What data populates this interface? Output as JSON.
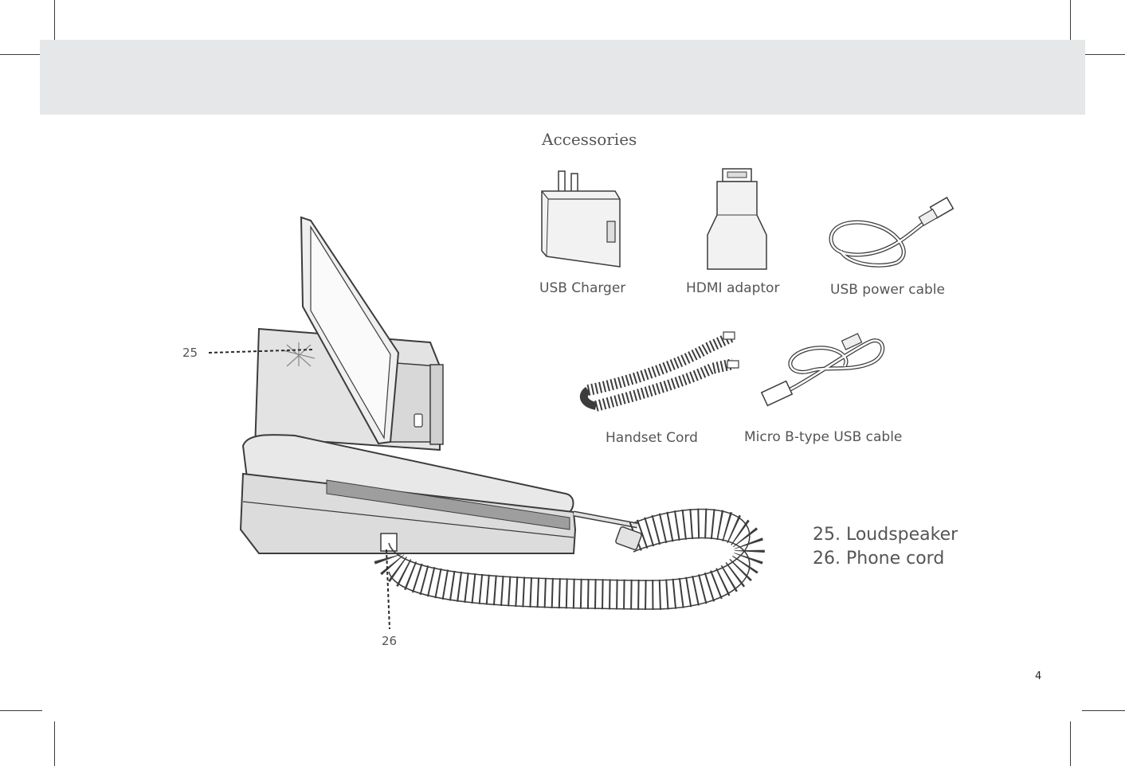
{
  "section_title": "Accessories",
  "accessories": [
    {
      "label": "USB Charger",
      "icon": "usb-charger-icon"
    },
    {
      "label": "HDMI adaptor",
      "icon": "hdmi-adaptor-icon"
    },
    {
      "label": "USB power cable",
      "icon": "usb-power-cable-icon"
    },
    {
      "label": "Handset Cord",
      "icon": "handset-cord-icon"
    },
    {
      "label": "Micro B-type USB cable",
      "icon": "micro-usb-cable-icon"
    }
  ],
  "callouts": [
    {
      "number": "25"
    },
    {
      "number": "26"
    }
  ],
  "legend": [
    {
      "text": "25. Loudspeaker"
    },
    {
      "text": "26. Phone cord"
    }
  ],
  "page_number": "4",
  "colors": {
    "header_band": "#e6e7e8",
    "text": "#555555",
    "device_fill": "#e3e3e3",
    "device_stroke": "#3c3c3c"
  }
}
